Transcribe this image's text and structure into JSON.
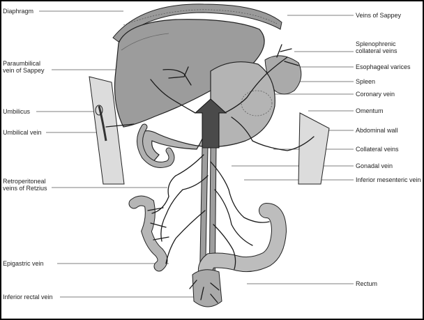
{
  "labels_left": [
    {
      "id": "diaphragm",
      "text": "Diaphragm"
    },
    {
      "id": "paraumbilical",
      "text": "Paraumbilical vein of Sappey"
    },
    {
      "id": "umbilicus",
      "text": "Umbilicus"
    },
    {
      "id": "umbilical-vein",
      "text": "Umbilical vein"
    },
    {
      "id": "retroperitoneal",
      "text": "Retroperitoneal veins of Retzius"
    },
    {
      "id": "epigastric",
      "text": "Epigastric vein"
    },
    {
      "id": "inferior-rectal",
      "text": "Inferior rectal vein"
    }
  ],
  "labels_right": [
    {
      "id": "veins-sappey",
      "text": "Veins of Sappey"
    },
    {
      "id": "splenophrenic",
      "text": "Splenophrenic collateral veins"
    },
    {
      "id": "esophageal",
      "text": "Esophageal varices"
    },
    {
      "id": "spleen",
      "text": "Spleen"
    },
    {
      "id": "coronary",
      "text": "Coronary vein"
    },
    {
      "id": "omentum",
      "text": "Omentum"
    },
    {
      "id": "abdominal-wall",
      "text": "Abdominal wall"
    },
    {
      "id": "collateral",
      "text": "Collateral veins"
    },
    {
      "id": "gonadal",
      "text": "Gonadal vein"
    },
    {
      "id": "inferior-mesenteric",
      "text": "Inferior mesenteric vein"
    },
    {
      "id": "rectum",
      "text": "Rectum"
    }
  ],
  "colors": {
    "organ_light": "#b8b8b8",
    "organ_mid": "#8a8a8a",
    "organ_dark": "#3a3a3a",
    "vein": "#1a1a1a",
    "leader": "#555555"
  }
}
